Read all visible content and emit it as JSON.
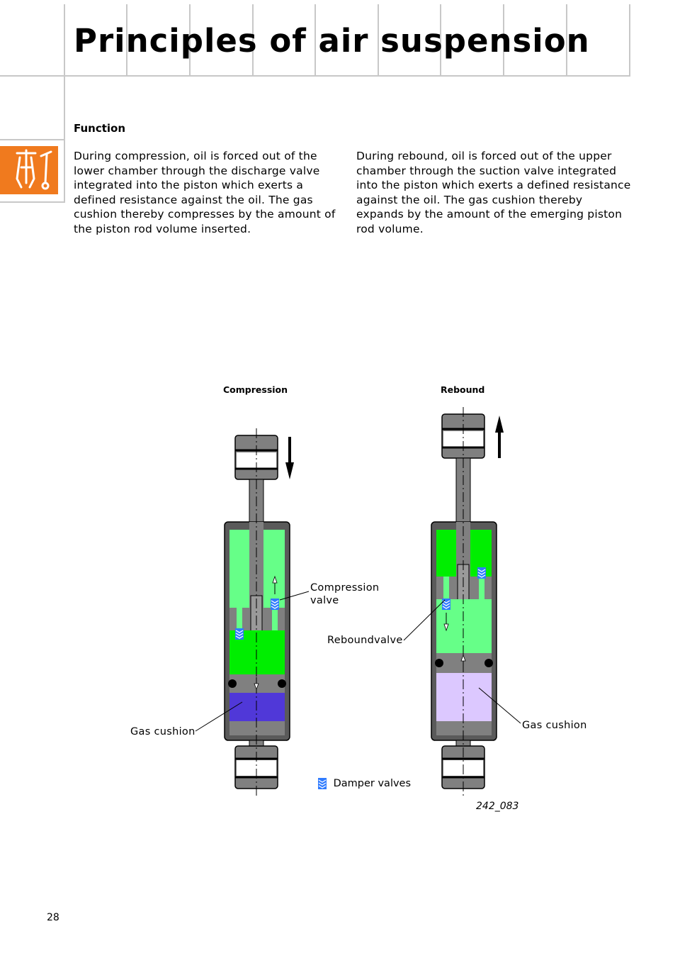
{
  "page": {
    "title": "Principles of air suspension",
    "page_number": "28"
  },
  "section": {
    "heading": "Function",
    "para_left": "During compression, oil is forced out of the lower chamber through the discharge valve integrated into the piston which exerts a defined resistance against the oil. The gas cushion thereby compresses by the amount of the piston rod volume inserted.",
    "para_right": "During rebound, oil is forced out of the upper chamber through the suction valve integrated into the piston which exerts a defined resistance against the oil. The gas cushion thereby expands by the amount of the emerging piston rod volume."
  },
  "figure": {
    "heading_compression": "Compression",
    "heading_rebound": "Rebound",
    "label_compression_valve": "Compression valve",
    "label_rebound_valve": "Reboundvalve",
    "label_gas_cushion_left": "Gas cushion",
    "label_gas_cushion_right": "Gas cushion",
    "legend_damper_valves": "Damper valves",
    "figure_ref": "242_083",
    "colors": {
      "oil_light": "#66ff88",
      "oil_bright": "#00ee00",
      "gas_compressed": "#5038d8",
      "gas_expanded": "#dcc8ff",
      "valve_blue": "#2f7bff",
      "housing": "#808080",
      "housing_dark": "#5a5a5a"
    }
  },
  "brand": {
    "tab_color": "#f07a1e",
    "tab_icon": "workshop-tools-icon"
  }
}
